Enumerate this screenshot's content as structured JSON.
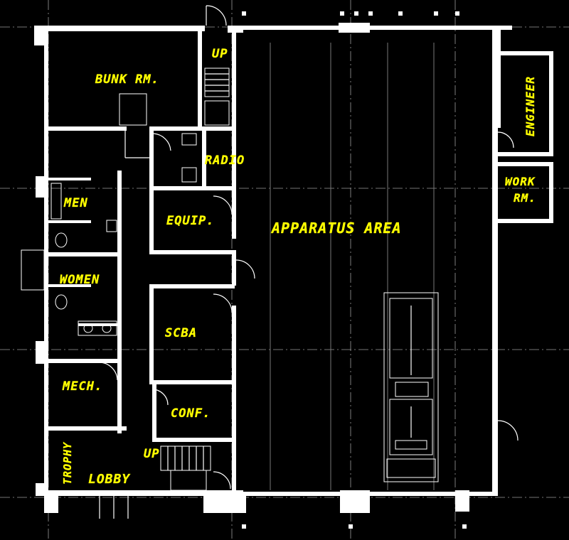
{
  "floor_plan": {
    "rooms": {
      "bunk_room": "BUNK RM.",
      "radio": "RADIO",
      "engineer": "ENGINEER",
      "work_room_line1": "WORK",
      "work_room_line2": "RM.",
      "men": "MEN",
      "equip": "EQUIP.",
      "apparatus_area": "APPARATUS AREA",
      "women": "WOMEN",
      "scba": "SCBA",
      "mech": "MECH.",
      "conf": "CONF.",
      "trophy": "TROPHY",
      "lobby": "LOBBY"
    },
    "stair_labels": {
      "stair_top": "UP",
      "stair_bottom": "UP"
    },
    "colors": {
      "background": "#000000",
      "walls": "#ffffff",
      "labels": "#ffff00",
      "grid": "#9a9a9a"
    }
  }
}
